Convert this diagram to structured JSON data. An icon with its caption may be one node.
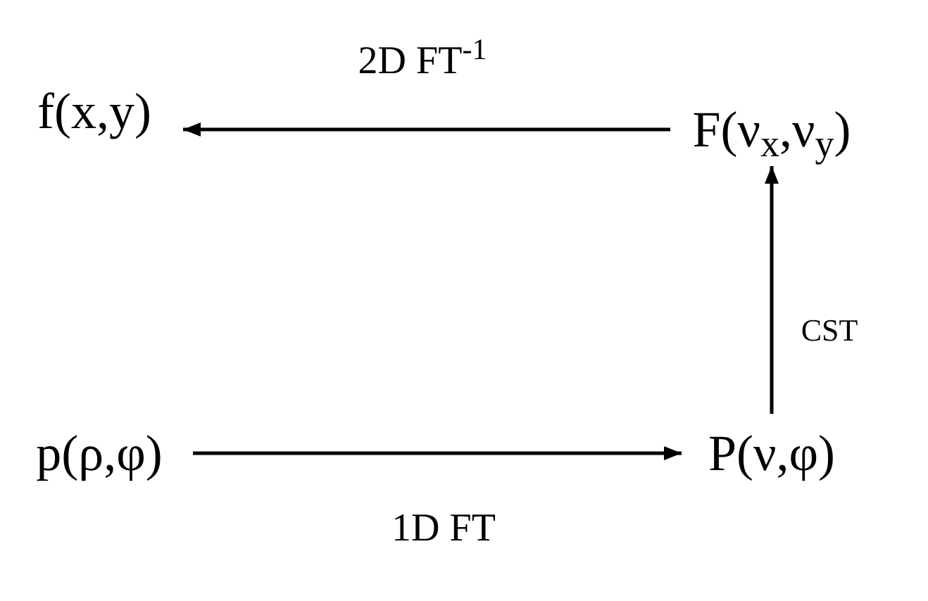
{
  "diagram": {
    "nodes": [
      {
        "text": [
          "f(x,y)"
        ]
      },
      {
        "text": [
          "F(ν$_{x}$,ν$_{y}$)"
        ]
      },
      {
        "text": [
          "p(ρ,φ)"
        ]
      },
      {
        "text": [
          "P(ν,φ)"
        ]
      }
    ],
    "edges": [
      {
        "from": 1,
        "to": 0,
        "arrow": "to",
        "label": "2D FT$^{-1}$"
      },
      {
        "from": 3,
        "to": 1,
        "arrow": "to",
        "label": "CST"
      },
      {
        "from": 2,
        "to": 3,
        "arrow": "to",
        "label": "1D FT"
      }
    ]
  }
}
